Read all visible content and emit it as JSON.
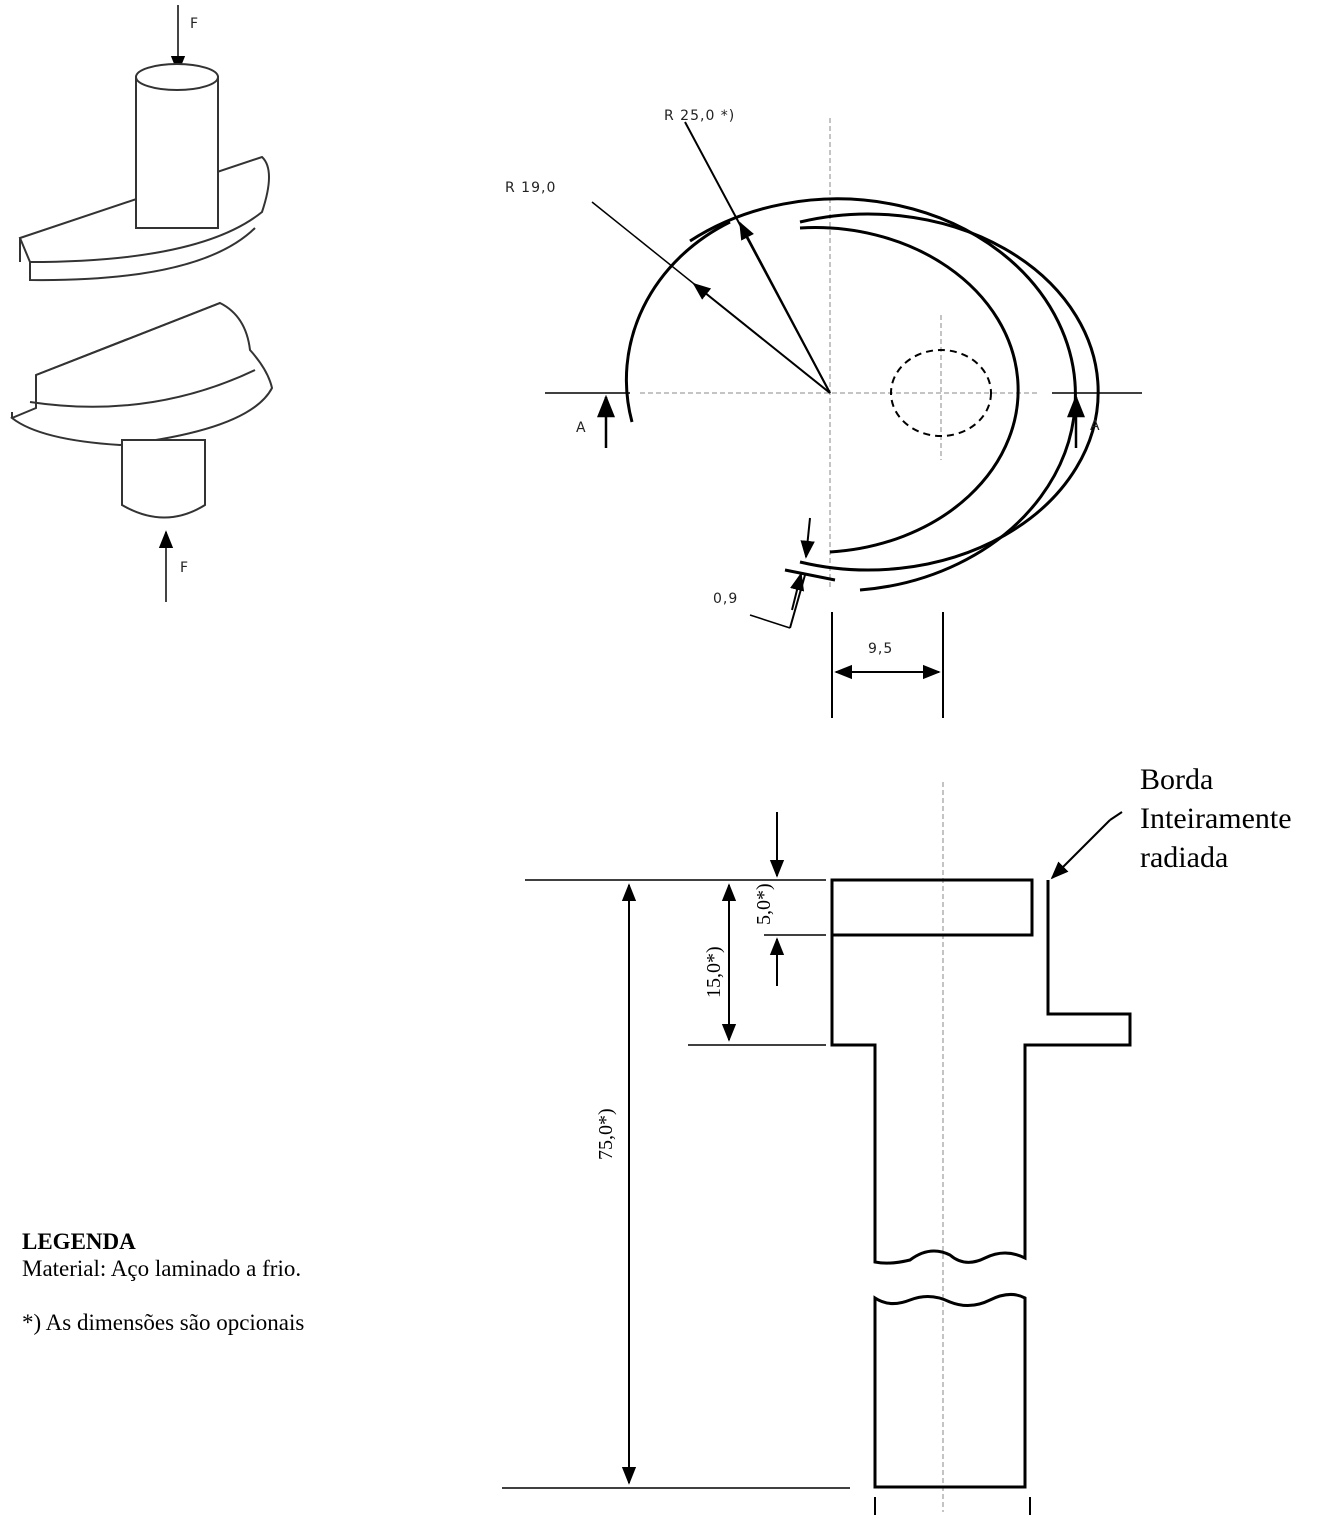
{
  "iso_view": {
    "force_label_top": "F",
    "force_label_bottom": "F"
  },
  "top_view": {
    "radius_outer_label": "R 25,0 *)",
    "radius_inner_label": "R 19,0",
    "section_label_left": "A",
    "section_label_right": "A",
    "thickness_label": "0,9",
    "offset_label": "9,5"
  },
  "section_view": {
    "dim_flange_label": "5,0*)",
    "dim_collar_label": "15,0*)",
    "dim_total_label": "75,0*)",
    "edge_note_lines": [
      "Borda",
      "Inteiramente",
      "radiada"
    ]
  },
  "legend": {
    "title": "LEGENDA",
    "material": "Material: Aço laminado a frio.",
    "note": "*) As dimensões são opcionais"
  }
}
